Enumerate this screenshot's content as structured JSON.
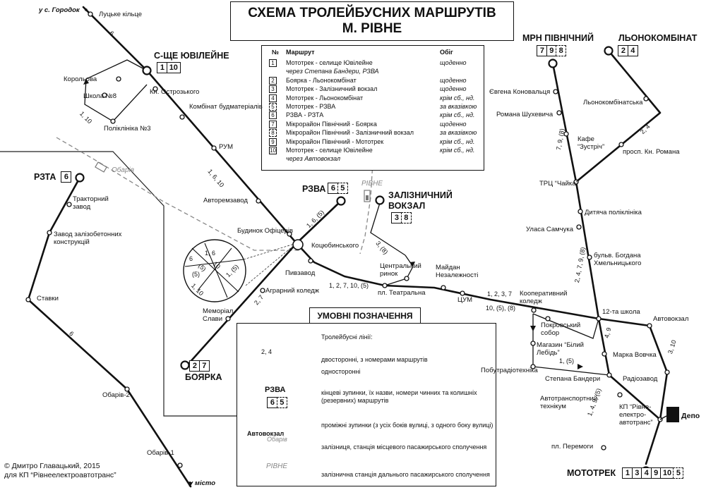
{
  "title": {
    "line1": "СХЕМА ТРОЛЕЙБУСНИХ МАРШРУТІВ",
    "line2": "М. РІВНЕ"
  },
  "route_table": {
    "headers": {
      "number": "№",
      "route": "Маршрут",
      "service": "Обіг"
    },
    "rows": [
      {
        "num": "1",
        "reserve": false,
        "name": "Мототрек - селище Ювілейне",
        "service": "щоденно"
      },
      {
        "num": "",
        "reserve": false,
        "name": "через Степана Бандери, РЗВА",
        "service": "",
        "italic": true
      },
      {
        "num": "2",
        "reserve": false,
        "name": "Боярка - Льонокомбінат",
        "service": "щоденно"
      },
      {
        "num": "3",
        "reserve": false,
        "name": "Мототрек - Залізничний вокзал",
        "service": "щоденно"
      },
      {
        "num": "4",
        "reserve": false,
        "name": "Мототрек - Льонокомбінат",
        "service": "крім сб., нд."
      },
      {
        "num": "5",
        "reserve": true,
        "name": "Мототрек - РЗВА",
        "service": "за вказівкою"
      },
      {
        "num": "6",
        "reserve": false,
        "name": "РЗВА - РЗТА",
        "service": "крім сб., нд."
      },
      {
        "num": "7",
        "reserve": false,
        "name": "Мікрорайон Північний - Боярка",
        "service": "щоденно"
      },
      {
        "num": "8",
        "reserve": true,
        "name": "Мікрорайон Північний - Залізничний вокзал",
        "service": "за вказівкою"
      },
      {
        "num": "9",
        "reserve": false,
        "name": "Мікрорайон Північний - Мототрек",
        "service": "крім сб., нд."
      },
      {
        "num": "10",
        "reserve": false,
        "name": "Мототрек - селище Ювілейне",
        "service": "крім сб., нд."
      },
      {
        "num": "",
        "reserve": false,
        "name": "через Автовокзал",
        "service": "",
        "italic": true
      }
    ]
  },
  "terminals": {
    "yuvileine": {
      "name": "С-ЩЕ ЮВІЛЕЙНЕ",
      "routes": [
        "1",
        "10"
      ],
      "reserve": []
    },
    "rzta": {
      "name": "РЗТА",
      "routes": [
        "6"
      ],
      "reserve": []
    },
    "rzva": {
      "name": "РЗВА",
      "routes": [
        "6",
        "5"
      ],
      "reserve": [
        "5"
      ]
    },
    "vokzal": {
      "name1": "ЗАЛІЗНИЧНИЙ",
      "name2": "ВОКЗАЛ",
      "routes": [
        "3",
        "8"
      ],
      "reserve": [
        "8"
      ]
    },
    "boyarka": {
      "name": "БОЯРКА",
      "routes": [
        "2",
        "7"
      ],
      "reserve": []
    },
    "pivnichnyi": {
      "name": "МРН ПІВНІЧНИЙ",
      "routes": [
        "7",
        "9",
        "8"
      ],
      "reserve": [
        "8"
      ]
    },
    "lonokombinat": {
      "name": "ЛЬОНОКОМБІНАТ",
      "routes": [
        "2",
        "4"
      ],
      "reserve": []
    },
    "mototrek": {
      "name": "МОТОТРЕК",
      "routes": [
        "1",
        "3",
        "4",
        "9",
        "10",
        "5"
      ],
      "reserve": [
        "5"
      ]
    }
  },
  "stops": [
    {
      "id": "lutske",
      "label": "Луцьке кільце"
    },
    {
      "id": "korolova",
      "label": "Корольова"
    },
    {
      "id": "shkola8",
      "label": "Школа №8"
    },
    {
      "id": "ostrozkoho",
      "label": "Кн. Острозького"
    },
    {
      "id": "polyklinika3",
      "label": "Поліклініка №3"
    },
    {
      "id": "kombinat",
      "label": "Комбінат будматеріалів"
    },
    {
      "id": "rum",
      "label": "РУМ"
    },
    {
      "id": "avtoremzavod",
      "label": "Авторемзавод"
    },
    {
      "id": "budynok",
      "label": "Будинок Офіцерів"
    },
    {
      "id": "kotsiubynskoho",
      "label": "Коцюбинського"
    },
    {
      "id": "pyvzavod",
      "label": "Пивзавод"
    },
    {
      "id": "ahrarnyi",
      "label": "Аграрний коледж"
    },
    {
      "id": "memorial",
      "label": "Меморіал Слави"
    },
    {
      "id": "rynok",
      "label": "Центральний ринок"
    },
    {
      "id": "teatralna",
      "label": "пл. Театральна"
    },
    {
      "id": "maidan",
      "label": "Майдан Незалежності"
    },
    {
      "id": "tsum",
      "label": "ЦУМ"
    },
    {
      "id": "kooperatyvnyi",
      "label": "Кооперативний коледж"
    },
    {
      "id": "pokrovskyi",
      "label": "Покровський собор"
    },
    {
      "id": "bilyi",
      "label": "Магазин “Білий Лебідь”"
    },
    {
      "id": "pobutradio",
      "label": "Побутрадіотехніка"
    },
    {
      "id": "banderu",
      "label": "Степана Бандери"
    },
    {
      "id": "avtotrans",
      "label": "Автотранспортний технікум"
    },
    {
      "id": "peremohy",
      "label": "пл. Перемоги"
    },
    {
      "id": "kp",
      "label": "КП “Рівне-електро-автотранс”"
    },
    {
      "id": "radiozavod",
      "label": "Радіозавод"
    },
    {
      "id": "vovchka",
      "label": "Марка Вовчка"
    },
    {
      "id": "shkola12",
      "label": "12-та школа"
    },
    {
      "id": "avtovokzal",
      "label": "Автовокзал"
    },
    {
      "id": "khmelnytskoho",
      "label": "бульв. Богдана Хмельницького"
    },
    {
      "id": "samchuka",
      "label": "Уласа Самчука"
    },
    {
      "id": "dytiacha",
      "label": "Дитяча поліклініка"
    },
    {
      "id": "chaika",
      "label": "ТРЦ “Чайка”"
    },
    {
      "id": "kafe",
      "label": "Кафе “Зустріч”"
    },
    {
      "id": "romana",
      "label": "просп. Кн. Романа"
    },
    {
      "id": "shukhevycha",
      "label": "Романа Шухевича"
    },
    {
      "id": "konovaltsia",
      "label": "Євгена Коновальця"
    },
    {
      "id": "lonokombinatska",
      "label": "Льонокомбінатська"
    },
    {
      "id": "traktornyi",
      "label": "Тракторний завод"
    },
    {
      "id": "zalizobeton",
      "label": "Завод залізобетонних конструкцій"
    },
    {
      "id": "stavky",
      "label": "Ставки"
    },
    {
      "id": "obariv2",
      "label": "Обарів-2"
    },
    {
      "id": "obariv1",
      "label": "Обарів-1"
    }
  ],
  "segment_labels": {
    "s6_top": "6",
    "s1_10": "1, 10",
    "s1_6_10": "1, 6, 10",
    "s1_6_5": "1, 6, (5)",
    "s2_7": "2, 7",
    "s3_8": "3, (8)",
    "s1_2_7_10_5": "1, 2, 7, 10, (5)",
    "s1237": "1, 2, 3, 7",
    "s10_5_8": "10, (5), (8)",
    "s1_5": "1, (5)",
    "s4_9": "4, 9",
    "s3_10": "3, 10",
    "s14_9_5": "1, 4, 9, (5)",
    "s2479_8": "2, 4, 7, 9, (8)",
    "s79_8": "7, 9, (8)",
    "s2_4": "2, 4",
    "s6_bottom": "6",
    "inset_16": "1, 6",
    "inset_10": "10",
    "inset_9": "(5)",
    "inset_15": "1, (5)",
    "inset_110": "1, 10",
    "inset_5": "(5)",
    "inset_6": "6"
  },
  "place_labels": {
    "to_gorodok": "у с. Городок",
    "to_misto": "у місто",
    "obariv_station": "Обарів",
    "rivne_station": "РІВНЕ",
    "depo": "Депо"
  },
  "legend": {
    "title": "УМОВНІ ПОЗНАЧЕННЯ",
    "lines_header": "Тролейбусні лінії:",
    "sample_routes": "2, 4",
    "two_way": "двосторонні, з номерами маршрутів",
    "one_way": "односторонні",
    "terminal_sample": "РЗВА",
    "terminal_sample_routes": [
      "6",
      "5"
    ],
    "terminal_desc": "кінцеві зупинки, їх назви, номери чинних та колишніх (резервних) маршрутів",
    "stop_sample": "Автовокзал",
    "stop_desc": "проміжні зупинки (з усіх боків вулиці, з одного боку вулиці)",
    "rail_sample": "Обарів",
    "rail_desc": "залізниця, станція місцевого пасажирського сполучення",
    "long_sample": "РІВНЕ",
    "long_desc": "залізнична станція дальнього пасажирського сполучення"
  },
  "copyright": {
    "line1": "© Дмитро Главацький, 2015",
    "line2": "для КП “Рівнеелектроавтотранс”"
  }
}
